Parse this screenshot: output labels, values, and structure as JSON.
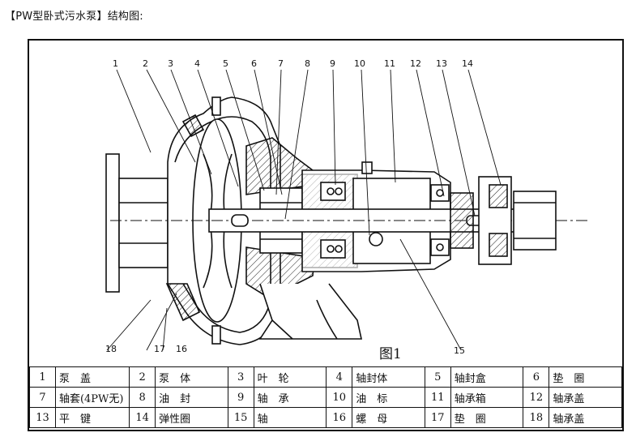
{
  "caption": "【PW型卧式污水泵】结构图:",
  "figure_label": "图1",
  "callouts": [
    "1",
    "2",
    "3",
    "4",
    "5",
    "6",
    "7",
    "8",
    "9",
    "10",
    "11",
    "12",
    "13",
    "14",
    "15",
    "16",
    "17",
    "18"
  ],
  "parts": [
    {
      "no": "1",
      "name": "泵　盖"
    },
    {
      "no": "2",
      "name": "泵　体"
    },
    {
      "no": "3",
      "name": "叶　轮"
    },
    {
      "no": "4",
      "name": "轴封体"
    },
    {
      "no": "5",
      "name": "轴封盒"
    },
    {
      "no": "6",
      "name": "垫　圈"
    },
    {
      "no": "7",
      "name": "轴套(4PW无)"
    },
    {
      "no": "8",
      "name": "油　封"
    },
    {
      "no": "9",
      "name": "轴　承"
    },
    {
      "no": "10",
      "name": "油　标"
    },
    {
      "no": "11",
      "name": "轴承箱"
    },
    {
      "no": "12",
      "name": "轴承盖"
    },
    {
      "no": "13",
      "name": "平　键"
    },
    {
      "no": "14",
      "name": "弹性圈"
    },
    {
      "no": "15",
      "name": "轴"
    },
    {
      "no": "16",
      "name": "螺　母"
    },
    {
      "no": "17",
      "name": "垫　圈"
    },
    {
      "no": "18",
      "name": "轴承盖"
    }
  ]
}
